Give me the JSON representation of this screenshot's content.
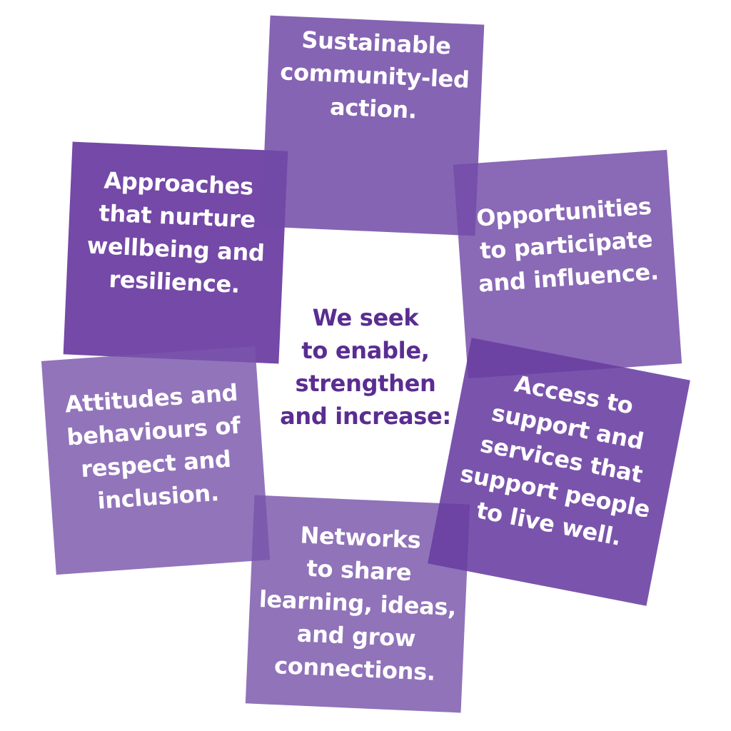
{
  "center": {
    "text": "We seek\nto enable,\nstrengthen\nand  increase:"
  },
  "tiles": [
    {
      "id": "top",
      "text": "Sustainable\ncommunity-led\naction."
    },
    {
      "id": "left-upper",
      "text": "Approaches\nthat nurture\nwellbeing and\nresilience."
    },
    {
      "id": "right-upper",
      "text": "Opportunities\nto participate\nand influence."
    },
    {
      "id": "left-lower",
      "text": "Attitudes and\nbehaviours of\nrespect and\ninclusion."
    },
    {
      "id": "right-lower",
      "text": "Access to\nsupport and\nservices that\nsupport people\nto live well."
    },
    {
      "id": "bottom",
      "text": "Networks\nto share\nlearning, ideas,\nand grow\nconnections."
    }
  ],
  "colors": {
    "tile_purple": "#7a4fb0",
    "center_text": "#5a2d91",
    "background": "#ffffff"
  }
}
